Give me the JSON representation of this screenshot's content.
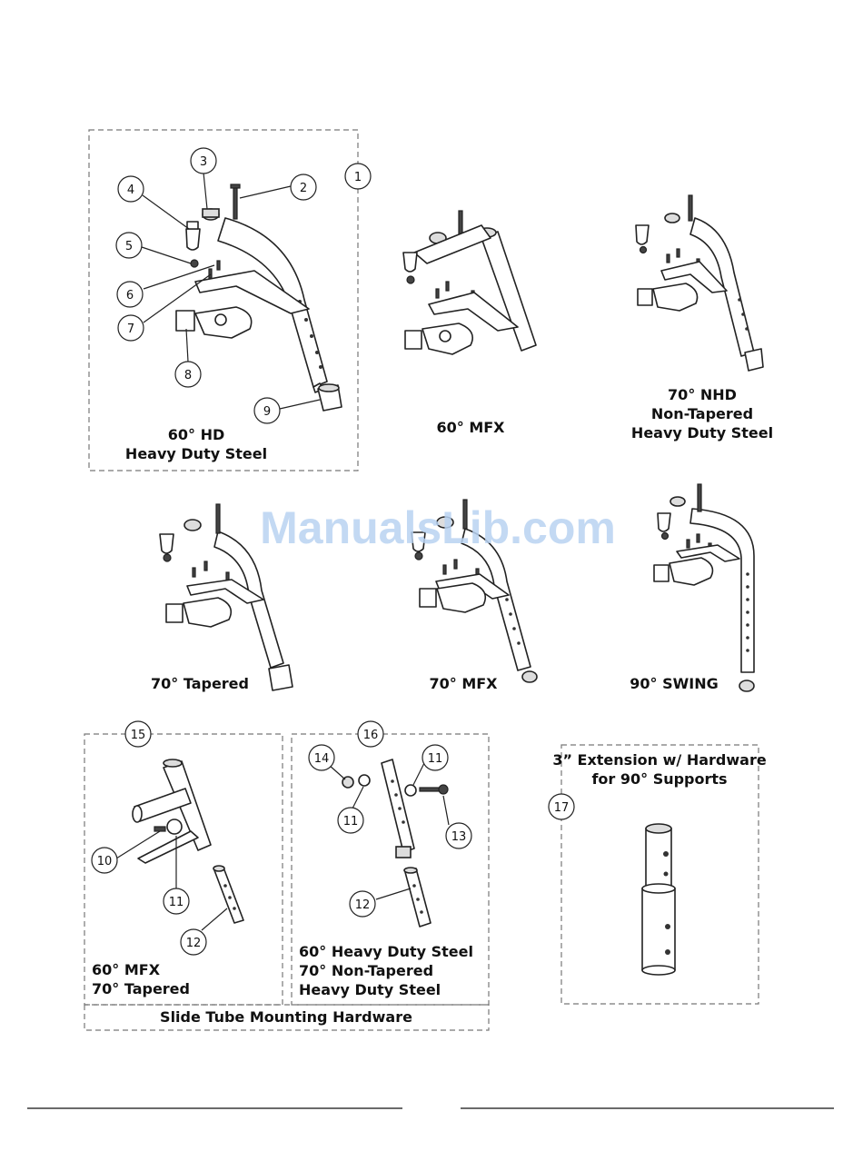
{
  "watermark": "ManualsLib.com",
  "labels": {
    "hd_line1": "60° HD",
    "hd_line2": "Heavy Duty Steel",
    "mfx60": "60° MFX",
    "nhd_line1": "70° NHD",
    "nhd_line2": "Non-Tapered",
    "nhd_line3": "Heavy Duty Steel",
    "tapered70": "70° Tapered",
    "mfx70": "70° MFX",
    "swing90": "90° SWING",
    "box15_line1": "60° MFX",
    "box15_line2": "70° Tapered",
    "box16_line1": "60° Heavy Duty Steel",
    "box16_line2": "70° Non-Tapered",
    "box16_line3": "Heavy Duty Steel",
    "slide_tube": "Slide Tube Mounting Hardware",
    "ext_line1": "3” Extension w/ Hardware",
    "ext_line2": "for 90° Supports"
  },
  "callouts": {
    "c1": "1",
    "c2": "2",
    "c3": "3",
    "c4": "4",
    "c5": "5",
    "c6": "6",
    "c7": "7",
    "c8": "8",
    "c9": "9",
    "c10": "10",
    "c11a": "11",
    "c12a": "12",
    "c14": "14",
    "c11b": "11",
    "c11c": "11",
    "c12b": "12",
    "c13": "13",
    "c15": "15",
    "c16": "16",
    "c17": "17"
  }
}
